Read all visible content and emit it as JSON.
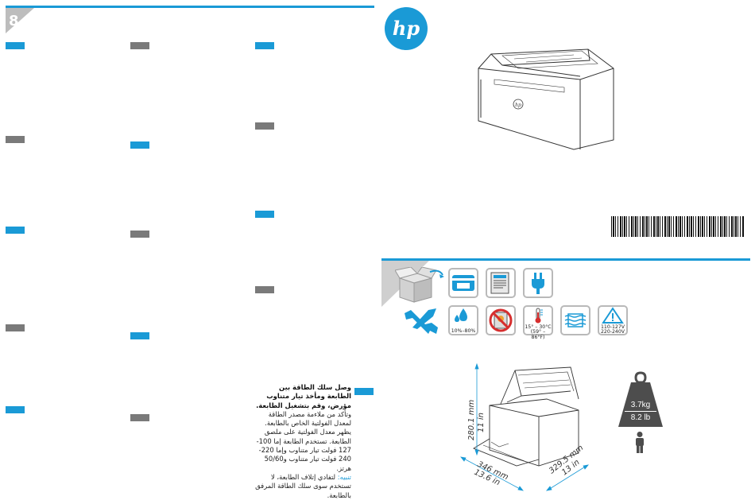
{
  "left_panel": {
    "notice_arabic": {
      "title": "وصل سلك الطاقة بين الطابعة ومأخذ تيار متناوب مؤرض، وقم بتشغيل الطابعة.",
      "body": "وتأكد من ملاءمة مصدر الطاقة لمعدل الفولتية الخاص بالطابعة. يظهر معدل الفولتية على ملصق الطابعة. تستخدم الطابعة إما 100-127 فولت تيار متناوب وإما 220-240 فولت تيار متناوب و50/60 هرتز.",
      "note_label": "تنبيه:",
      "note_text": "لتفادي إتلاف الطابعة، لا تستخدم سوى سلك الطاقة المرفق بالطابعة."
    }
  },
  "right_panel": {
    "logo": "hp",
    "requirements": {
      "humidity": "10%–80%",
      "temperature": [
        "15° – 30°C",
        "(59° – 86°F)"
      ],
      "voltage": [
        "110-127V",
        "220-240V"
      ]
    },
    "dimensions": {
      "height_mm": "280.1 mm",
      "height_in": "11 in",
      "width_mm": "346 mm",
      "width_in": "13.6 in",
      "depth_mm": "329.5 mm",
      "depth_in": "13 in"
    },
    "weight": {
      "kg": "3.7kg",
      "lb": "8.2 lb"
    }
  },
  "colors": {
    "accent": "#1a9ad6",
    "gray_marker": "#7a7a7a",
    "tile_border": "#b9b9b9",
    "weight_icon": "#4d4d4d"
  }
}
